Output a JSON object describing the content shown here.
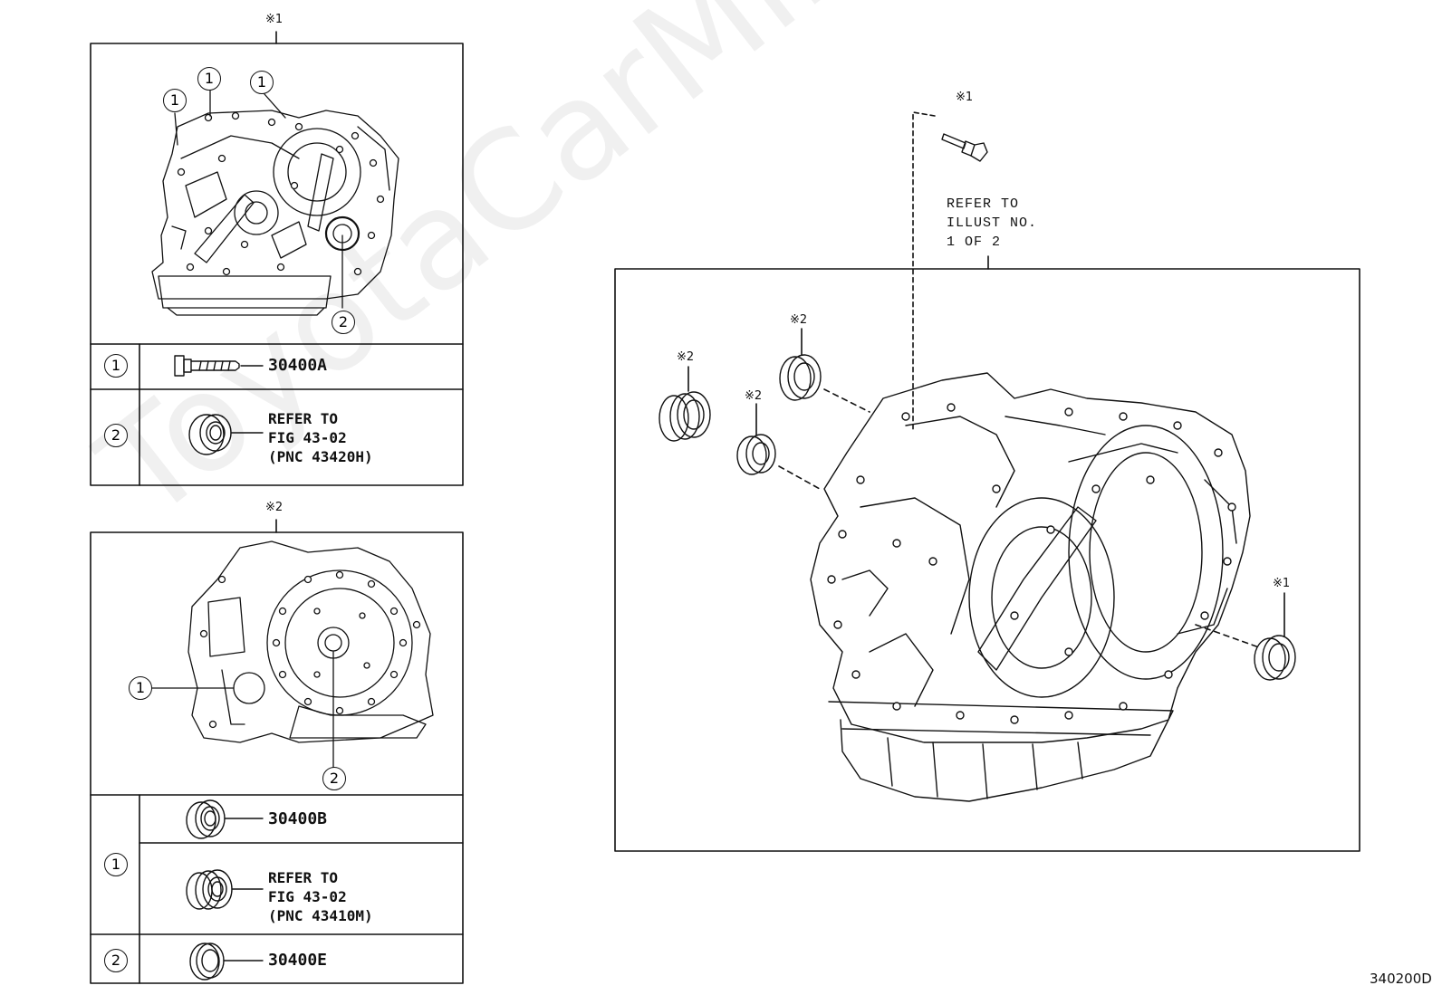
{
  "watermark": "ToyotaCarMine.ru",
  "figure_id": "340200D",
  "panel1": {
    "note": "※1",
    "rows": [
      {
        "num": "1",
        "code": "30400A"
      },
      {
        "num": "2",
        "ref_lines": [
          "REFER TO",
          "FIG 43-02",
          "(PNC 43420H)"
        ]
      }
    ],
    "callouts": [
      "1",
      "1",
      "1",
      "2"
    ]
  },
  "panel2": {
    "note": "※2",
    "rows": [
      {
        "num": "1",
        "code": "30400B",
        "ref_lines": [
          "REFER TO",
          "FIG 43-02",
          "(PNC 43410M)"
        ]
      },
      {
        "num": "2",
        "code": "30400E"
      }
    ],
    "callouts": [
      "1",
      "2"
    ]
  },
  "main": {
    "bolt_note": "※1",
    "refer_lines": [
      "REFER TO",
      "ILLUST NO.",
      "1 OF 2"
    ],
    "seal_notes": [
      "※2",
      "※2",
      "※2",
      "※1"
    ]
  },
  "colors": {
    "line": "#111111",
    "background": "#ffffff"
  }
}
